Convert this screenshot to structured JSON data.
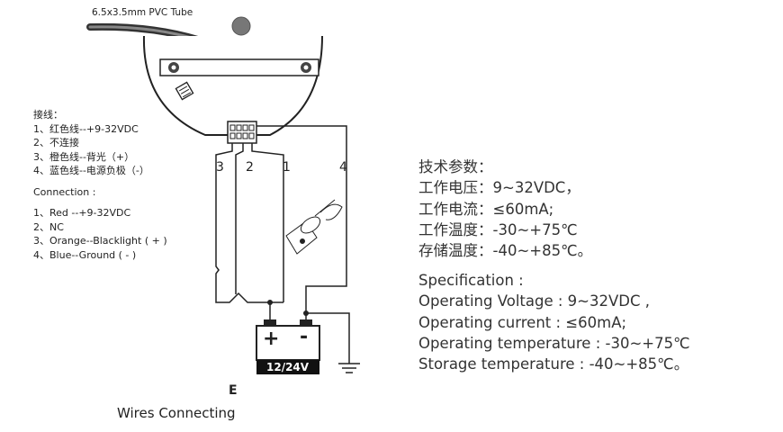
{
  "tube_label": "6.5x3.5mm PVC Tube",
  "wiring_cn": {
    "title": "接线：",
    "items": [
      "1、红色线--+9-32VDC",
      "2、不连接",
      "3、橙色线--背光（+）",
      "4、蓝色线--电源负极（-）"
    ]
  },
  "wiring_en": {
    "title": "Connection :",
    "items": [
      "1、Red --+9-32VDC",
      "2、NC",
      "3、Orange--Blacklight ( + )",
      "4、Blue--Ground ( - )"
    ]
  },
  "pin_labels": [
    "3",
    "2",
    "1",
    "4"
  ],
  "battery": {
    "plus": "+",
    "minus": "-",
    "label": "12/24V"
  },
  "ground_label": "E",
  "caption": "Wires Connecting",
  "specs_cn": {
    "title": "技术参数：",
    "lines": [
      "工作电压：9~32VDC，",
      "工作电流：≤60mA;",
      "工作温度：-30~+75℃",
      "存储温度：-40~+85℃。"
    ]
  },
  "specs_en": {
    "title": "Specification :",
    "lines": [
      "Operating Voltage : 9~32VDC ,",
      "Operating current : ≤60mA;",
      "Operating temperature : -30~+75℃",
      "Storage temperature : -40~+85℃。"
    ]
  }
}
